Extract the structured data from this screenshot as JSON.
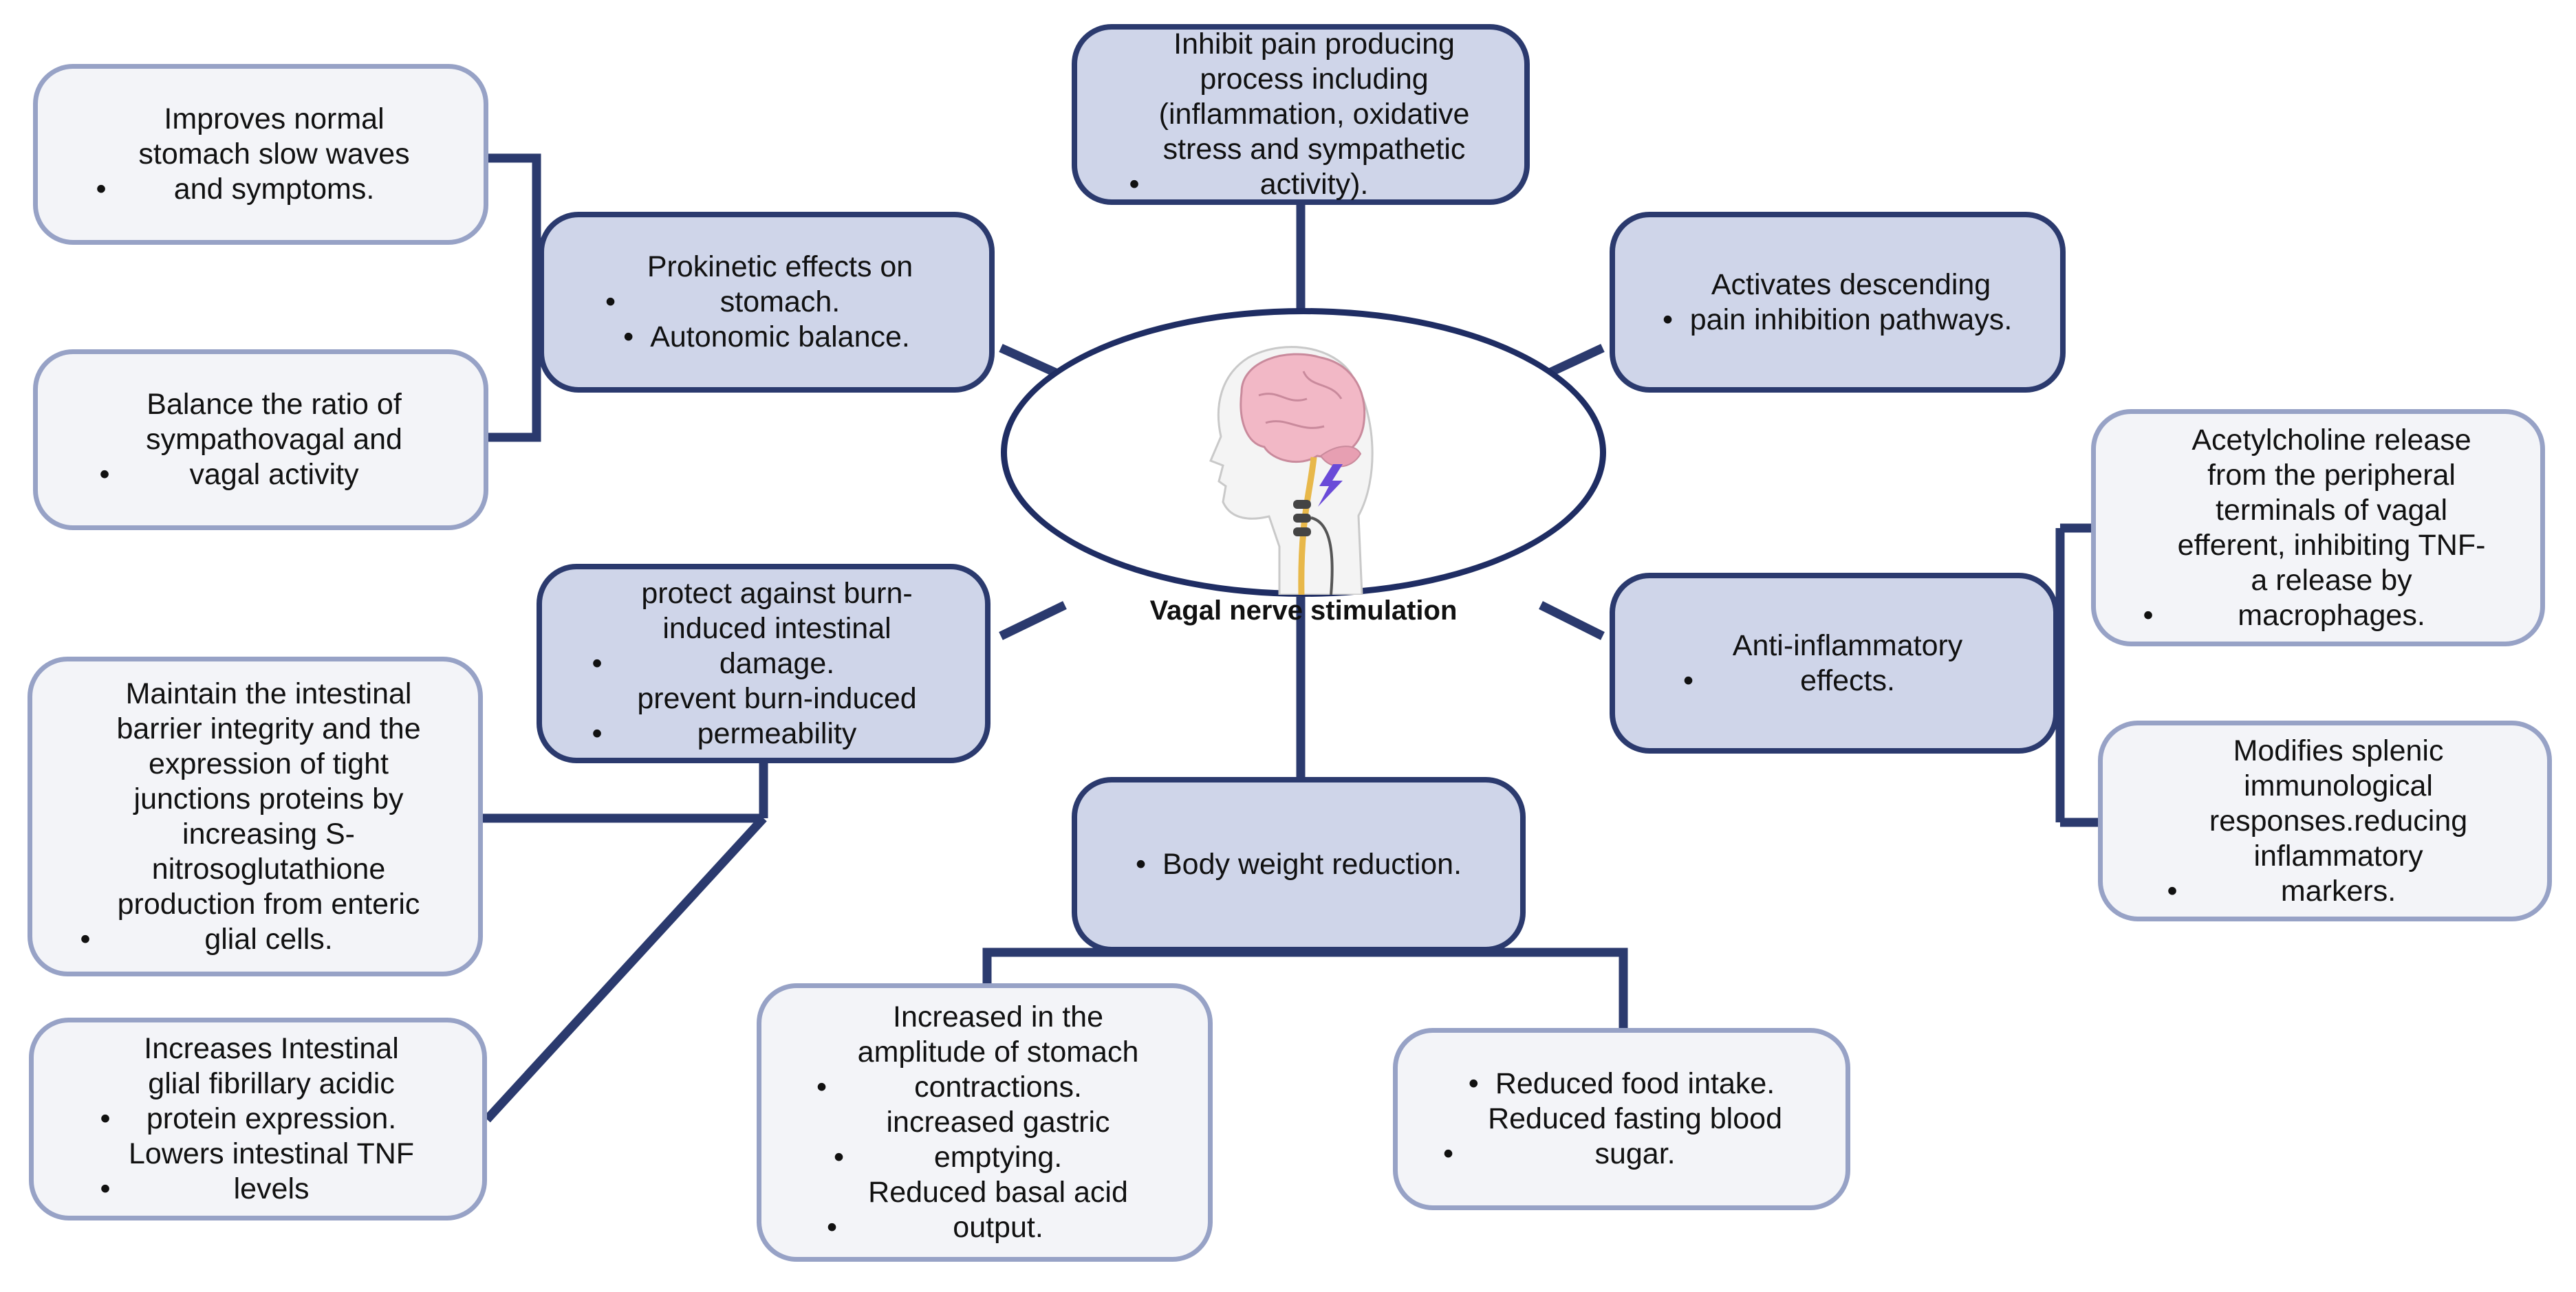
{
  "center": {
    "label": "Vagal nerve stimulation",
    "illustration": "head-profile-brain-vagus-nerve-with-electrode"
  },
  "colors": {
    "line": "#2b3a6e",
    "primary_fill": "#cfd5e9",
    "primary_border": "#2b3a6e",
    "secondary_fill": "#f3f4f8",
    "secondary_border": "#97a2c6",
    "brain": "#f2b8c6",
    "nerve": "#e8b84a",
    "spark": "#6a4bd8"
  },
  "nodes": {
    "pain_process": {
      "items": [
        "Inhibit pain producing process including (inflammation, oxidative stress and sympathetic activity)."
      ]
    },
    "descending_pain": {
      "items": [
        "Activates descending pain inhibition pathways."
      ]
    },
    "prokinetic": {
      "items": [
        "Prokinetic effects on stomach.",
        "Autonomic balance."
      ]
    },
    "slow_waves": {
      "items": [
        "Improves normal stomach slow waves and symptoms."
      ]
    },
    "sympathovagal": {
      "items": [
        "Balance the ratio of sympathovagal and vagal activity"
      ]
    },
    "anti_inflammatory": {
      "items": [
        "Anti-inflammatory effects."
      ]
    },
    "acetylcholine": {
      "items": [
        "Acetylcholine release from the peripheral terminals of vagal efferent, inhibiting TNF-a release  by macrophages."
      ]
    },
    "splenic": {
      "items": [
        "Modifies splenic immunological responses.reducing inflammatory markers."
      ]
    },
    "burn_protect": {
      "items": [
        "protect against burn-induced intestinal damage.",
        "prevent burn-induced permeability"
      ]
    },
    "barrier": {
      "items": [
        "Maintain the intestinal barrier integrity and the expression of tight junctions proteins by increasing S-nitrosoglutathione production from enteric glial cells."
      ]
    },
    "glial": {
      "items": [
        "Increases Intestinal glial fibrillary acidic protein expression.",
        "Lowers intestinal TNF levels"
      ]
    },
    "body_weight": {
      "items": [
        "Body weight reduction."
      ]
    },
    "stomach_contractions": {
      "items": [
        "Increased in the amplitude of stomach contractions.",
        "increased gastric emptying.",
        "Reduced basal acid output."
      ]
    },
    "food_intake": {
      "items": [
        "Reduced food intake.",
        "Reduced fasting blood sugar."
      ]
    }
  }
}
